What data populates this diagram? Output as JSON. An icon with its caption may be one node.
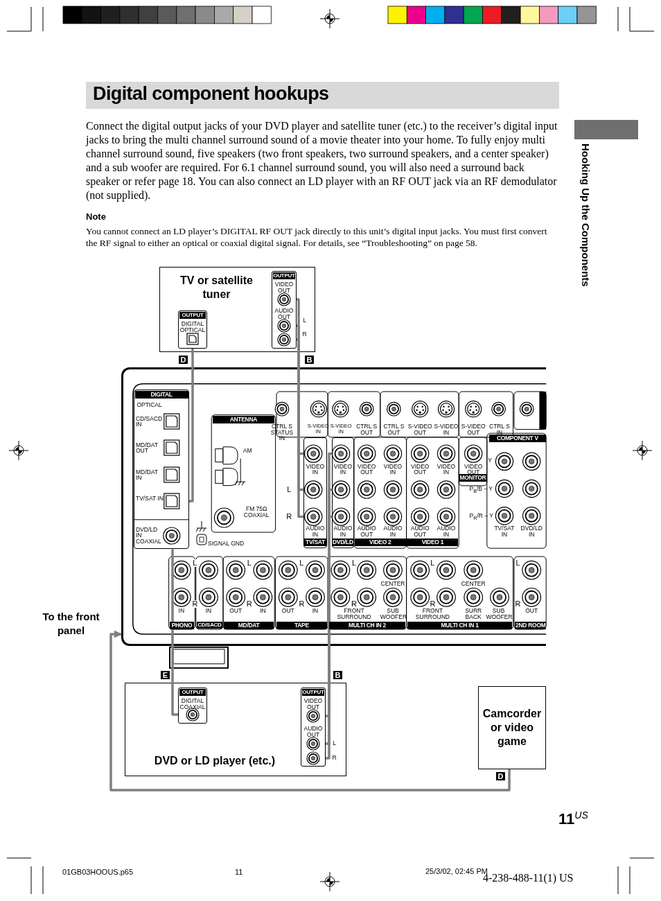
{
  "diagram": {
    "title": "Digital component hookups",
    "nodes": [
      {
        "text": [
          "TV or satellite tuner"
        ]
      },
      {
        "text": [
          "OUTPUT",
          "DIGITAL OPTICAL"
        ],
        "in": 0
      },
      {
        "text": [
          "OUTPUT",
          "VIDEO OUT",
          "AUDIO OUT"
        ],
        "in": 0
      },
      {
        "text": [],
        "shape": "box"
      },
      {
        "text": [
          "DIGITAL",
          "OPTICAL",
          "CD/SACD IN",
          "MD/DAT OUT",
          "MD/DAT IN",
          "TV/SAT IN",
          "DVD/LD IN COAXIAL"
        ],
        "in": 3
      },
      {
        "text": [
          "VIDEO IN",
          "AUDIO IN",
          "TV/SAT"
        ],
        "in": 3
      },
      {
        "text": [
          "VIDEO IN",
          "AUDIO IN",
          "DVD/LD"
        ],
        "in": 3
      },
      {
        "text": [
          "DVD or LD player (etc.)"
        ]
      },
      {
        "text": [
          "OUTPUT",
          "DIGITAL COAXIAL"
        ],
        "in": 7
      },
      {
        "text": [
          "OUTPUT",
          "VIDEO OUT",
          "AUDIO OUT"
        ],
        "in": 7
      },
      {
        "text": [
          "Camcorder or video game"
        ]
      },
      {
        "text": [],
        "shape": "bar"
      }
    ],
    "edges": [
      {
        "from": 1,
        "to": 4,
        "arrow": "none"
      },
      {
        "from": 2,
        "to": 5,
        "arrow": "none"
      },
      {
        "from": 2,
        "to": 5,
        "arrow": "none"
      },
      {
        "from": 2,
        "to": 5,
        "arrow": "none"
      },
      {
        "from": 8,
        "to": 4,
        "arrow": "none"
      },
      {
        "from": 9,
        "to": 6,
        "arrow": "none"
      },
      {
        "from": 9,
        "to": 6,
        "arrow": "none"
      },
      {
        "from": 9,
        "to": 6,
        "arrow": "none"
      },
      {
        "from": 10,
        "to": 3,
        "arrow": "to"
      }
    ],
    "labels": [
      "Connect the digital output jacks of your DVD player and satellite tuner (etc.) to the receiver’s digital input jacks to bring the multi channel surround sound of a movie theater into your home. To fully enjoy multi channel surround sound, five speakers (two front speakers, two surround speakers, and a center speaker) and a sub woofer are required. For 6.1 channel surround sound, you will also need a surround back speaker or refer page 18. You can also connect an LD player with an RF OUT jack via an RF demodulator (not supplied).",
      "Note",
      "You cannot connect an LD player’s DIGITAL RF OUT jack directly to this unit’s digital input jacks. You must first convert the RF signal to either an optical or coaxial digital signal. For details, see “Troubleshooting” on page 58.",
      "Hooking Up the Components",
      "D",
      "B",
      "L",
      "R",
      "ANTENNA",
      "AM",
      "FM 75Ω COAXIAL",
      "SIGNAL GND",
      "L",
      "R",
      "CTRL S STATUS IN",
      "S-VIDEO IN",
      "S-VIDEO IN",
      "CTRL S OUT",
      "CTRL S OUT",
      "S-VIDEO OUT",
      "S-VIDEO IN",
      "S-VIDEO OUT",
      "CTRL S IN",
      "COMPONENT V",
      "VIDEO OUT",
      "VIDEO IN",
      "VIDEO OUT",
      "VIDEO IN",
      "VIDEO OUT",
      "MONITOR",
      "Y",
      "P$_{B}$/B – Y",
      "P$_{R}$/R – Y",
      "AUDIO OUT",
      "AUDIO IN",
      "AUDIO OUT",
      "AUDIO IN",
      "TV/SAT IN",
      "DVD/LD IN",
      "VIDEO 2",
      "VIDEO 1",
      "L",
      "R",
      "IN",
      "IN",
      "PHONO",
      "CD/SACD",
      "L",
      "R",
      "OUT",
      "IN",
      "MD/DAT",
      "L",
      "R",
      "OUT",
      "IN",
      "TAPE",
      "L",
      "R",
      "CENTER",
      "FRONT SURROUND",
      "SUB WOOFER",
      "MULTI CH IN 2",
      "L",
      "R",
      "CENTER",
      "FRONT SURROUND",
      "SURR BACK",
      "SUB WOOFER",
      "MULTI CH IN 1",
      "L",
      "R",
      "OUT",
      "2ND ROOM",
      "To the front panel",
      "E",
      "B",
      "L",
      "R",
      "D",
      "11$^{US}$",
      "01GB03HOOUS.p65",
      "11",
      "25/3/02, 02:45 PM",
      "4-238-488-11(1) US"
    ]
  }
}
